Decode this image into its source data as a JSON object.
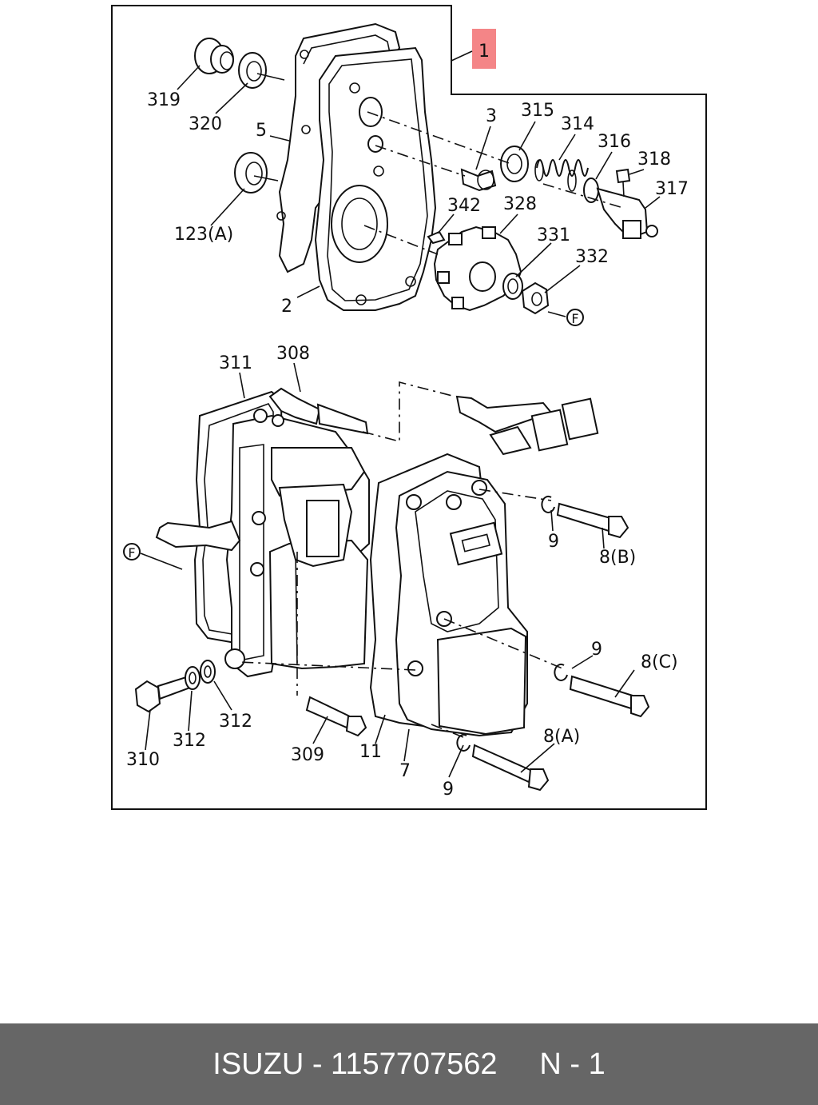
{
  "colors": {
    "callout_box": "#f48587",
    "footer_background": "#666666",
    "footer_text": "#ffffff"
  },
  "diagram": {
    "assembly_callout": "1",
    "part_labels": {
      "p319": "319",
      "p320": "320",
      "p5": "5",
      "p123a": "123(A)",
      "p2": "2",
      "p3": "3",
      "p315": "315",
      "p314": "314",
      "p316": "316",
      "p318": "318",
      "p317": "317",
      "p342": "342",
      "p328": "328",
      "p331": "331",
      "p332": "332",
      "pF_top": "F",
      "p311": "311",
      "p308": "308",
      "pF_left": "F",
      "p9_top": "9",
      "p8b": "8(B)",
      "p9_mid": "9",
      "p8c": "8(C)",
      "p8a": "8(A)",
      "p9_bot": "9",
      "p310": "310",
      "p312_a": "312",
      "p312_b": "312",
      "p309": "309",
      "p11": "11",
      "p7": "7"
    }
  },
  "footer": {
    "brand": "ISUZU",
    "part_number": "1157707562",
    "page_ref": "N - 1"
  }
}
